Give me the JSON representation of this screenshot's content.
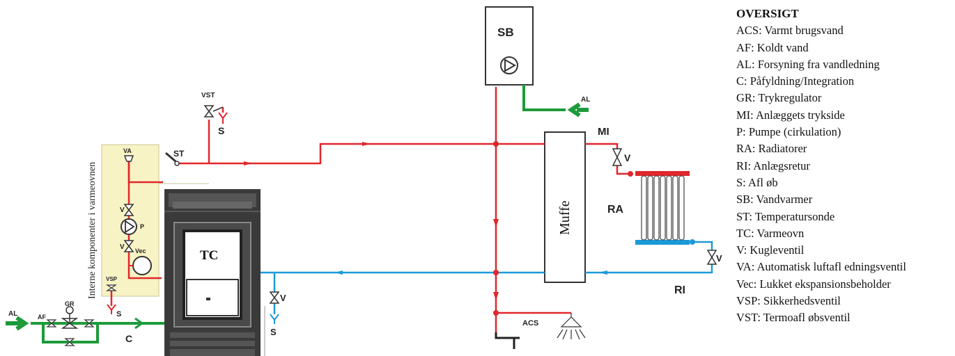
{
  "diagram": {
    "sb": "SB",
    "muffe": "Muffe",
    "tc": "TC",
    "ra": "RA",
    "mi": "MI",
    "ri": "RI",
    "acs": "ACS",
    "al_top": "AL",
    "al_left": "AL",
    "c": "C",
    "s_vst": "S",
    "s_vsp": "S",
    "s_return": "S",
    "v_mi": "V",
    "v_ri": "V",
    "v_return": "V",
    "v_pump_top": "V",
    "v_pump_bottom": "V",
    "vst": "VST",
    "st": "ST",
    "va": "VA",
    "p": "P",
    "vec": "Vec",
    "vsp": "VSP",
    "af": "AF",
    "gr": "GR",
    "internal_box_label": "Interne komponenter i varmeovnen"
  },
  "colors": {
    "hot": "#e0272b",
    "cold": "#1b9ad8",
    "supply": "#1e9a3a",
    "box_fill": "#f7f3c4"
  },
  "legend": {
    "title": "OVERSIGT",
    "items": [
      "ACS: Varmt brugsvand",
      "AF: Koldt vand",
      "AL: Forsyning fra vandledning",
      "C: Påfyldning/Integration",
      "GR: Trykregulator",
      "MI: Anlæggets trykside",
      "P: Pumpe (cirkulation)",
      "RA: Radiatorer",
      "RI: Anlægsretur",
      "S: Afl øb",
      "SB: Vandvarmer",
      "ST: Temperatursonde",
      "TC: Varmeovn",
      "V: Kugleventil",
      "VA: Automatisk luftafl edningsventil",
      "Vec: Lukket ekspansionsbeholder",
      "VSP: Sikkerhedsventil",
      "VST: Termoafl øbsventil"
    ]
  }
}
